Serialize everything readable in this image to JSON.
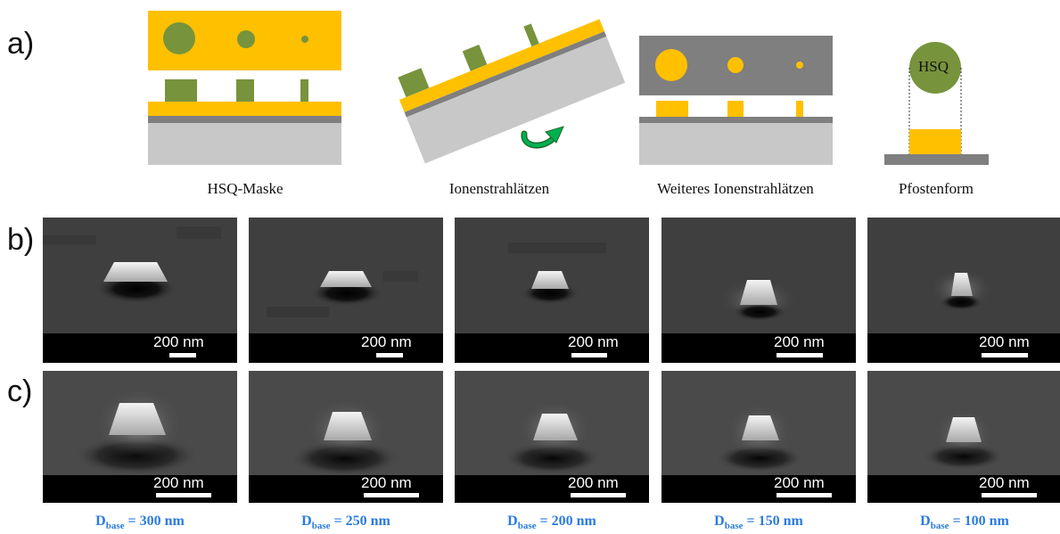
{
  "panels": {
    "a": "a)",
    "b": "b)",
    "c": "c)"
  },
  "schematic": {
    "captions": [
      "HSQ-Maske",
      "Ionenstrahlätzen",
      "Weiteres Ionenstrahlätzen",
      "Pfostenform"
    ],
    "hsq_label": "HSQ",
    "colors": {
      "gold": "#ffc000",
      "green": "#77933c",
      "dark_grey": "#7f7f7f",
      "light_grey": "#c8c8c8",
      "arrow_green": "#00b050"
    }
  },
  "scalebar_label": "200 nm",
  "diameters": [
    {
      "prefix": "D",
      "sub": "base",
      "value": " = 300 nm"
    },
    {
      "prefix": "D",
      "sub": "base",
      "value": " = 250 nm"
    },
    {
      "prefix": "D",
      "sub": "base",
      "value": " = 200 nm"
    },
    {
      "prefix": "D",
      "sub": "base",
      "value": " = 150 nm"
    },
    {
      "prefix": "D",
      "sub": "base",
      "value": " = 100 nm"
    }
  ],
  "diameter_color": "#2b7be0"
}
